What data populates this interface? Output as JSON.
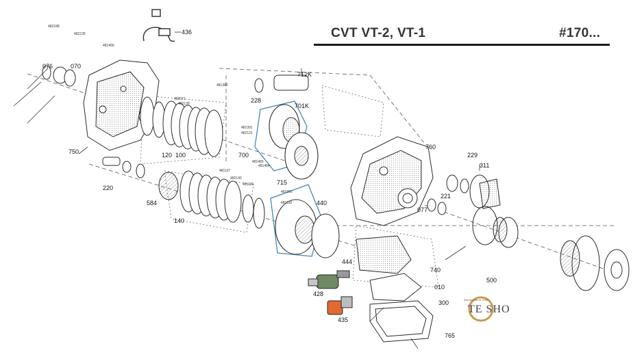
{
  "header": {
    "title": "CVT VT-2, VT-1",
    "code": "#170..."
  },
  "logo": {
    "text": "TE SHO",
    "subtext": "Автозапчасти Тешо"
  },
  "colors": {
    "line": "#2a2a2a",
    "belt_highlight": "#3a7fb0",
    "solenoid_1": "#6f8a60",
    "solenoid_2": "#e06a30",
    "logo_ring": "#c89a50"
  },
  "callouts": [
    "436",
    "076",
    "070",
    "750",
    "228",
    "712K",
    "701K",
    "700",
    "715",
    "760",
    "229",
    "311",
    "220",
    "584",
    "120",
    "100",
    "140",
    "440",
    "077",
    "221",
    "444",
    "740",
    "010",
    "300",
    "428",
    "435",
    "500",
    "765"
  ],
  "small_codes": [
    "482248",
    "482135",
    "481456",
    "481380",
    "482071",
    "482139",
    "481391",
    "482131",
    "481465",
    "481464",
    "481137",
    "482140",
    "481136",
    "481991",
    "481192"
  ]
}
